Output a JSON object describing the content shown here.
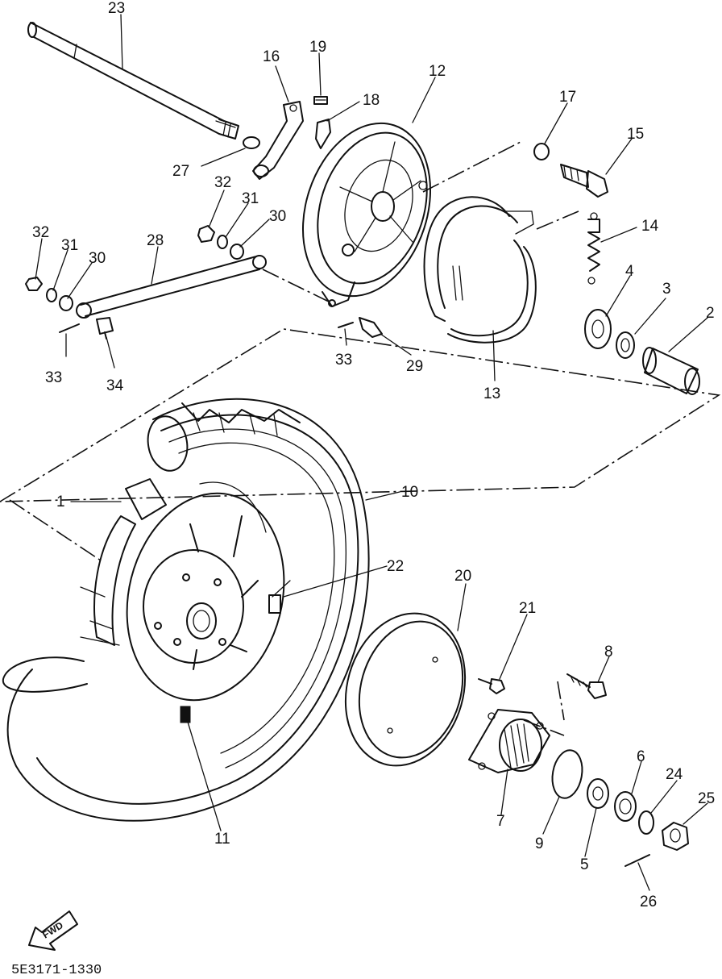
{
  "callouts": [
    "23",
    "16",
    "19",
    "18",
    "12",
    "17",
    "15",
    "27",
    "32",
    "31",
    "30",
    "14",
    "4",
    "3",
    "2",
    "28",
    "33",
    "34",
    "29",
    "13",
    "1",
    "10",
    "22",
    "20",
    "21",
    "8",
    "6",
    "24",
    "25",
    "11",
    "7",
    "9",
    "5",
    "26"
  ],
  "forward_marker": "FWD",
  "diagram_code": "5E3171-1330"
}
